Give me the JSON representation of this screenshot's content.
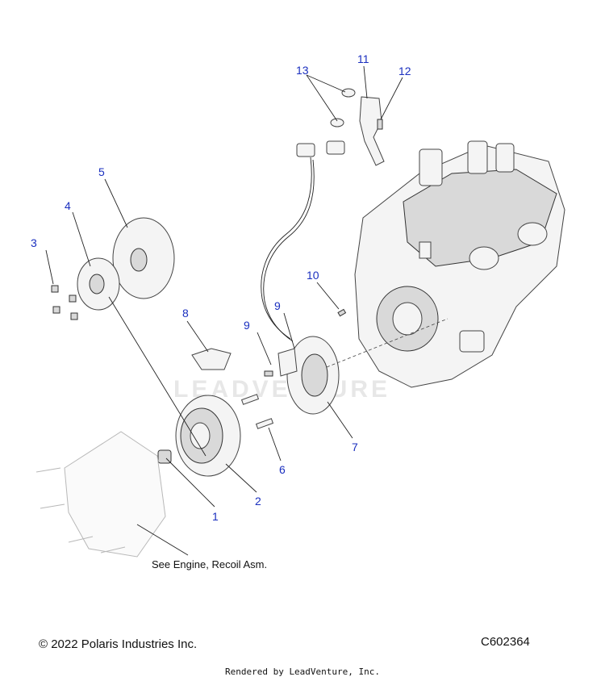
{
  "diagram": {
    "callouts": [
      "1",
      "2",
      "3",
      "4",
      "5",
      "6",
      "7",
      "8",
      "9",
      "9",
      "10",
      "11",
      "12",
      "13"
    ],
    "note": "See Engine, Recoil Asm.",
    "watermark": "LEADVENTURE"
  },
  "footer": {
    "copyright": "© 2022 Polaris Industries Inc.",
    "code": "C602364",
    "rendered_by": "Rendered by LeadVenture, Inc."
  },
  "colors": {
    "callout": "#1a2fbf",
    "line": "#222222"
  }
}
